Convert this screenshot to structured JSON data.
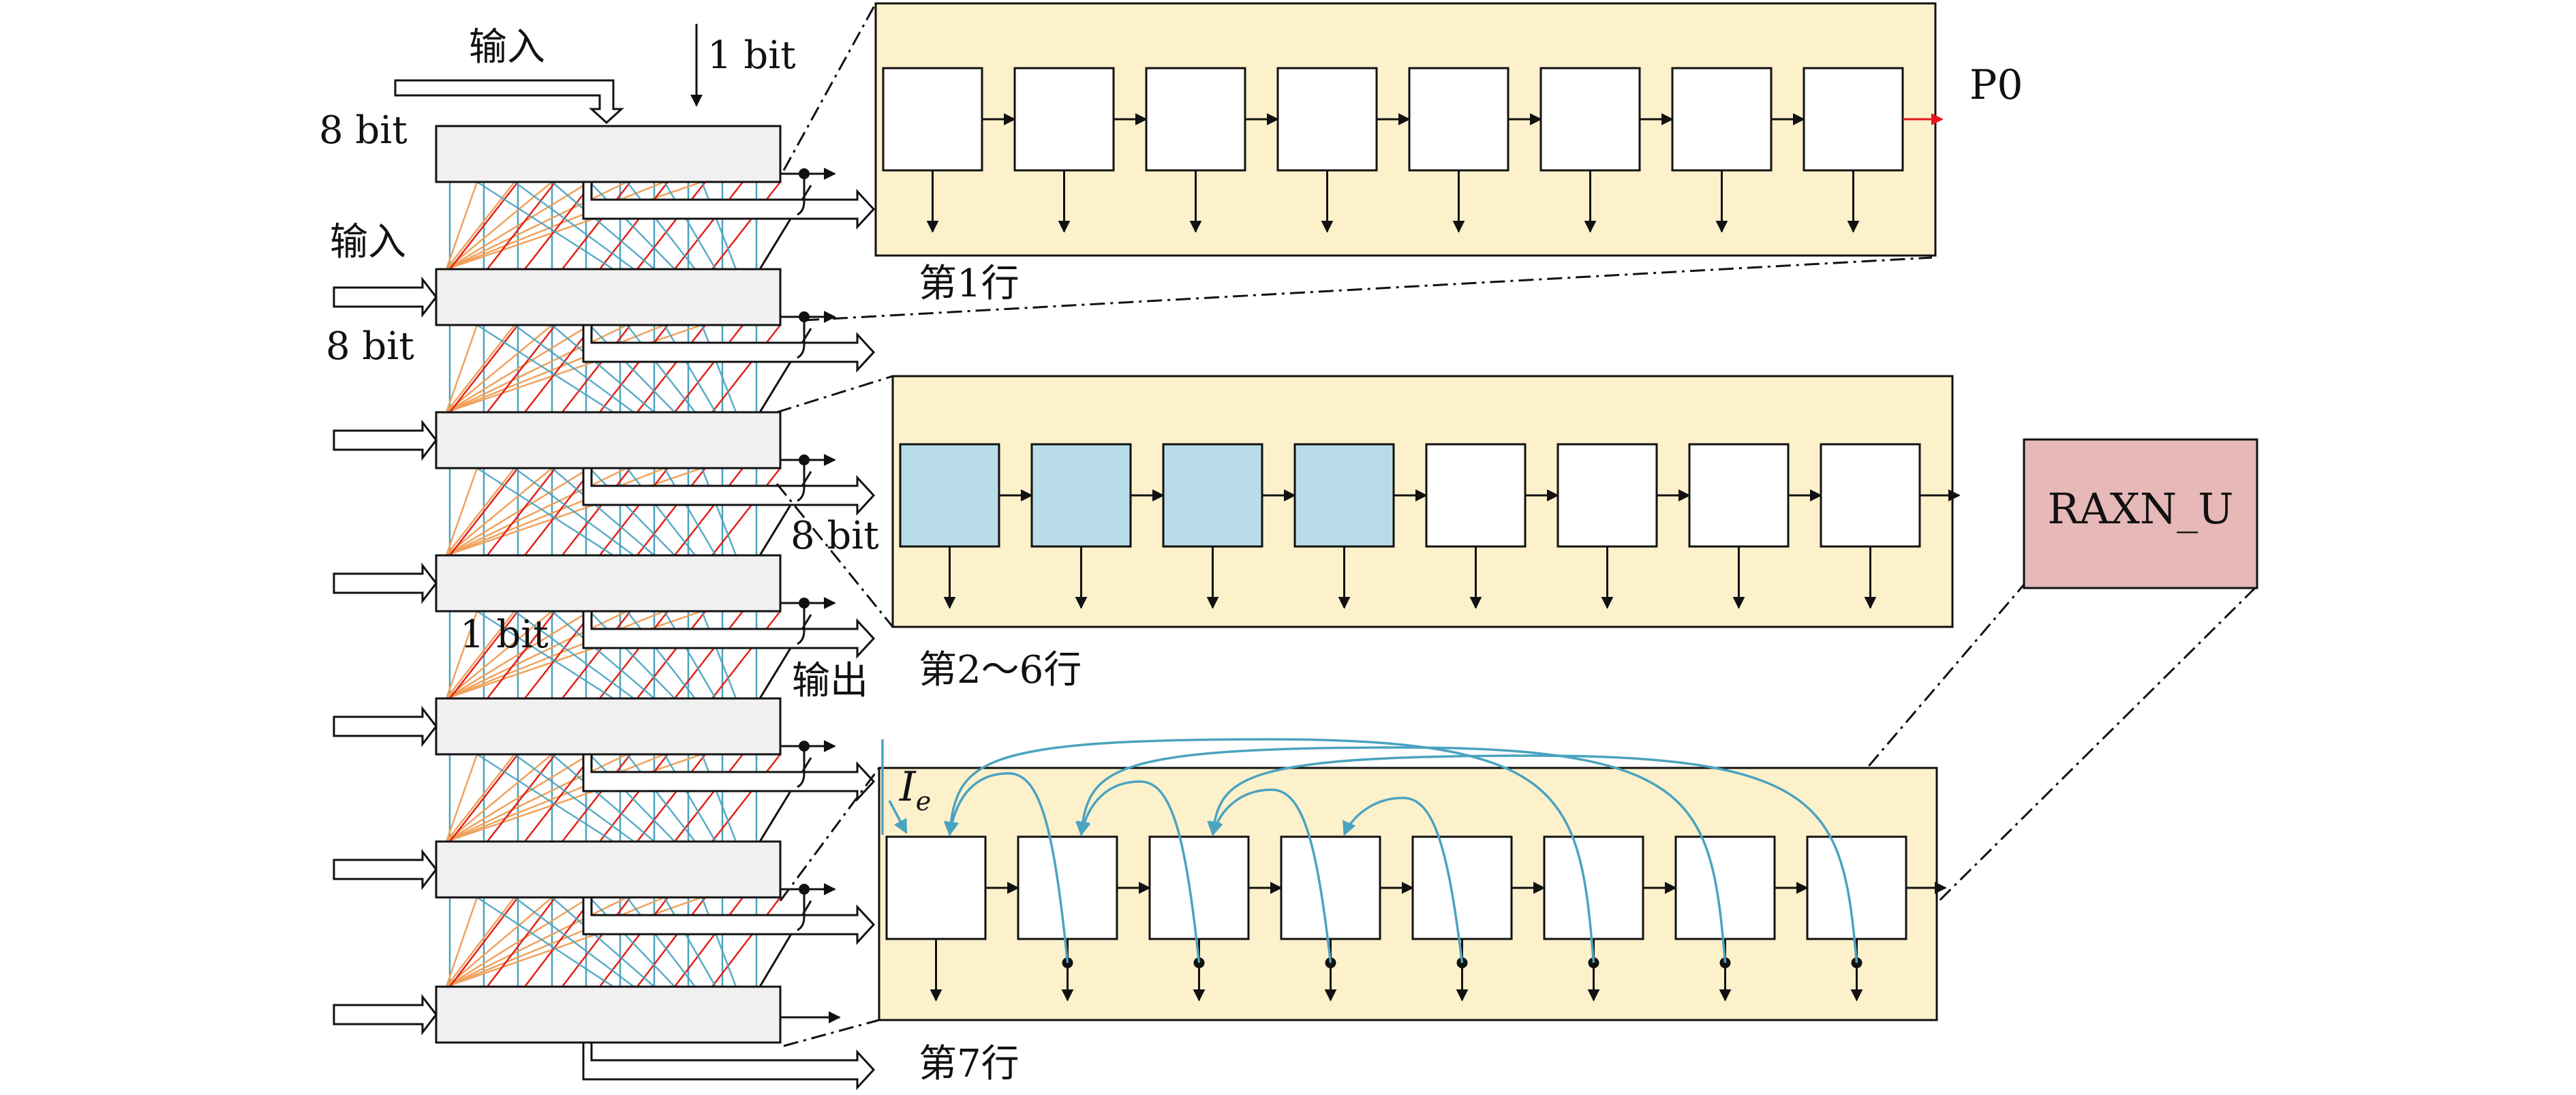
{
  "labels": {
    "input_top": "输入",
    "one_bit_top": "1 bit",
    "eight_bit_top": "8 bit",
    "input_left": "输入",
    "eight_bit_left": "8 bit",
    "eight_bit_mid": "8 bit",
    "one_bit_mid": "1 bit",
    "output": "输出",
    "p0": "P0",
    "raxn": "RAXN_U",
    "ie": "I",
    "ie_sub": "e"
  },
  "panels": [
    {
      "name": "row-1",
      "caption": "第1行",
      "highlighted_cells": []
    },
    {
      "name": "row-2-6",
      "caption": "第2～6行",
      "highlighted_cells": [
        0,
        1,
        2,
        3
      ]
    },
    {
      "name": "row-7",
      "caption": "第7行",
      "highlighted_cells": []
    }
  ],
  "colors": {
    "panel_fill": "#fdf1cc",
    "cell_fill": "#ffffff",
    "cell_highlight": "#b8dde8",
    "raxn_fill": "#e6b8b7",
    "register_fill": "#f0f0f0",
    "teal": "#4aa3c0",
    "red": "#e32119",
    "orange": "#f0a15a",
    "p0_arrow": "#e8141b"
  }
}
